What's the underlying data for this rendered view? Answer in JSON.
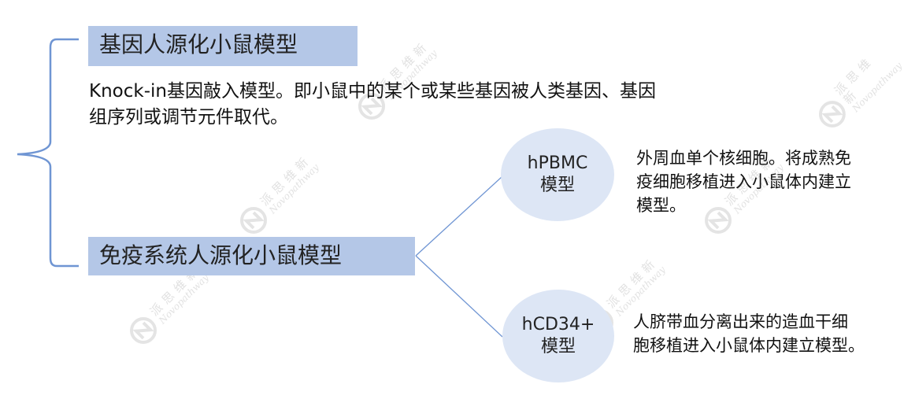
{
  "categories": [
    {
      "title": "基因人源化小鼠模型",
      "description_line1": "Knock-in基因敲入模型。即小鼠中的某个或某些基因被人类基因、基因",
      "description_line2": "组序列或调节元件取代。"
    },
    {
      "title": "免疫系统人源化小鼠模型",
      "subtypes": [
        {
          "name_line1": "hPBMC",
          "name_line2": "模型",
          "desc_line1": "外周血单个核细胞。将成熟免",
          "desc_line2": "疫细胞移植进入小鼠体内建立",
          "desc_line3": "模型。"
        },
        {
          "name_line1": "hCD34+",
          "name_line2": "模型",
          "desc_line1": "人脐带血分离出来的造血干细",
          "desc_line2": "胞移植进入小鼠体内建立模型。"
        }
      ]
    }
  ],
  "watermark": {
    "chinese": "派思维新",
    "english": "Novopathway"
  },
  "colors": {
    "title_fill": "#b4c7e7",
    "ellipse_fill": "#dde6f5",
    "connector": "#6f95d3"
  }
}
